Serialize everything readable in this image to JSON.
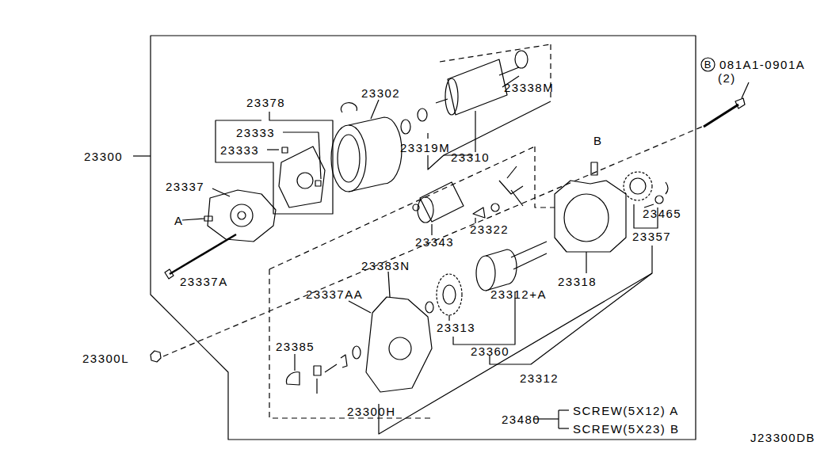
{
  "diagram": {
    "nodes": [
      {
        "text": [
          "B"
        ]
      }
    ],
    "labels": [
      "23300",
      "23378",
      "23302",
      "23338M",
      "23333",
      "23333",
      "23319M",
      "23310",
      "23337",
      "A",
      "23337A",
      "23343",
      "23322",
      "B",
      "23318",
      "23465",
      "23357",
      "081A1-0901A",
      "(2)",
      "23383N",
      "23337AA",
      "23312+A",
      "23313",
      "23385",
      "23360",
      "23312",
      "23300L",
      "23300H",
      "23480",
      "SCREW(5X12) A",
      "SCREW(5X23) B",
      "J23300DB"
    ]
  }
}
